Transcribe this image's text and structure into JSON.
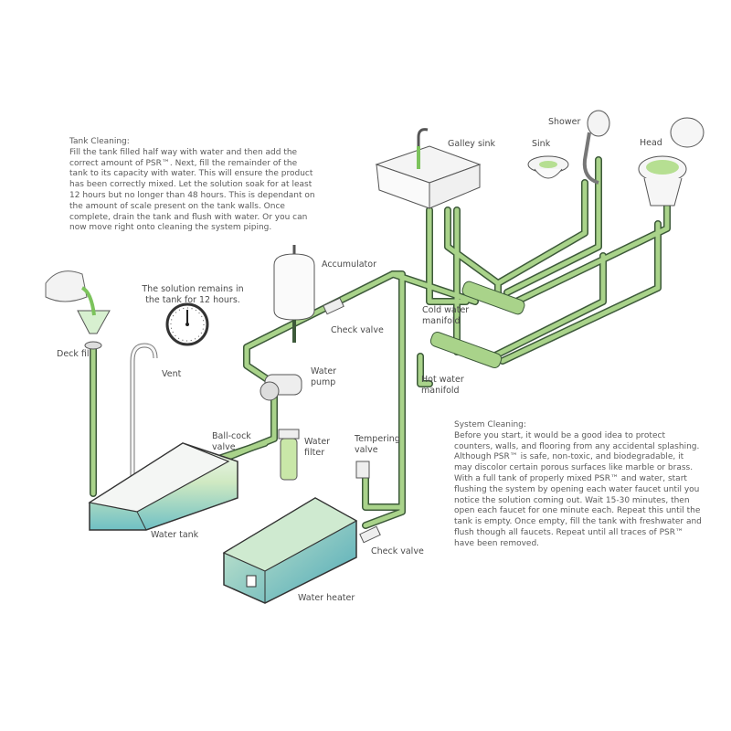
{
  "tank_cleaning": {
    "heading": "Tank Cleaning:",
    "body": "Fill the tank filled half way with water and then add the correct amount of PSR™. Next, fill the remainder of the tank to its  capacity with water. This will ensure the product has been correctly mixed.  Let the solution soak for at least 12 hours but no longer than 48 hours. This is dependant on the amount of scale present on  the tank walls. Once complete, drain the tank and flush with water. Or you can now move right onto cleaning the system piping."
  },
  "system_cleaning": {
    "heading": "System Cleaning:",
    "body": "Before you start, it would be a good idea to protect counters, walls, and flooring from any accidental splashing. Although PSR™ is safe, non-toxic, and biodegradable, it may discolor certain porous surfaces like marble or brass. With a full tank of properly mixed PSR™ and water, start flushing the system by opening each water faucet until you notice the solution coming out. Wait 15-30 minutes, then open each faucet for one minute each. Repeat this until the tank is empty. Once empty, fill the tank with freshwater and flush though all faucets. Repeat until all traces of PSR™ have been removed."
  },
  "clock_note": "The solution remains in the tank for 12 hours.",
  "labels": {
    "galley_sink": "Galley sink",
    "shower": "Shower",
    "sink": "Sink",
    "head": "Head",
    "accumulator": "Accumulator",
    "check_valve_top": "Check valve",
    "cold_water_manifold": "Cold water manifold",
    "deck_fill": "Deck fill",
    "vent": "Vent",
    "water_pump": "Water pump",
    "hot_water_manifold": "Hot water manifold",
    "ball_cock_valve": "Ball-cock valve",
    "water_filter": "Water filter",
    "tempering_valve": "Tempering valve",
    "water_tank": "Water tank",
    "check_valve_bottom": "Check valve",
    "water_heater": "Water heater"
  },
  "colors": {
    "pipe": "#a9d38a",
    "pipe_outline": "#3d5a3a",
    "water": "#9fd3c9",
    "liquid": "#7cc35c"
  }
}
